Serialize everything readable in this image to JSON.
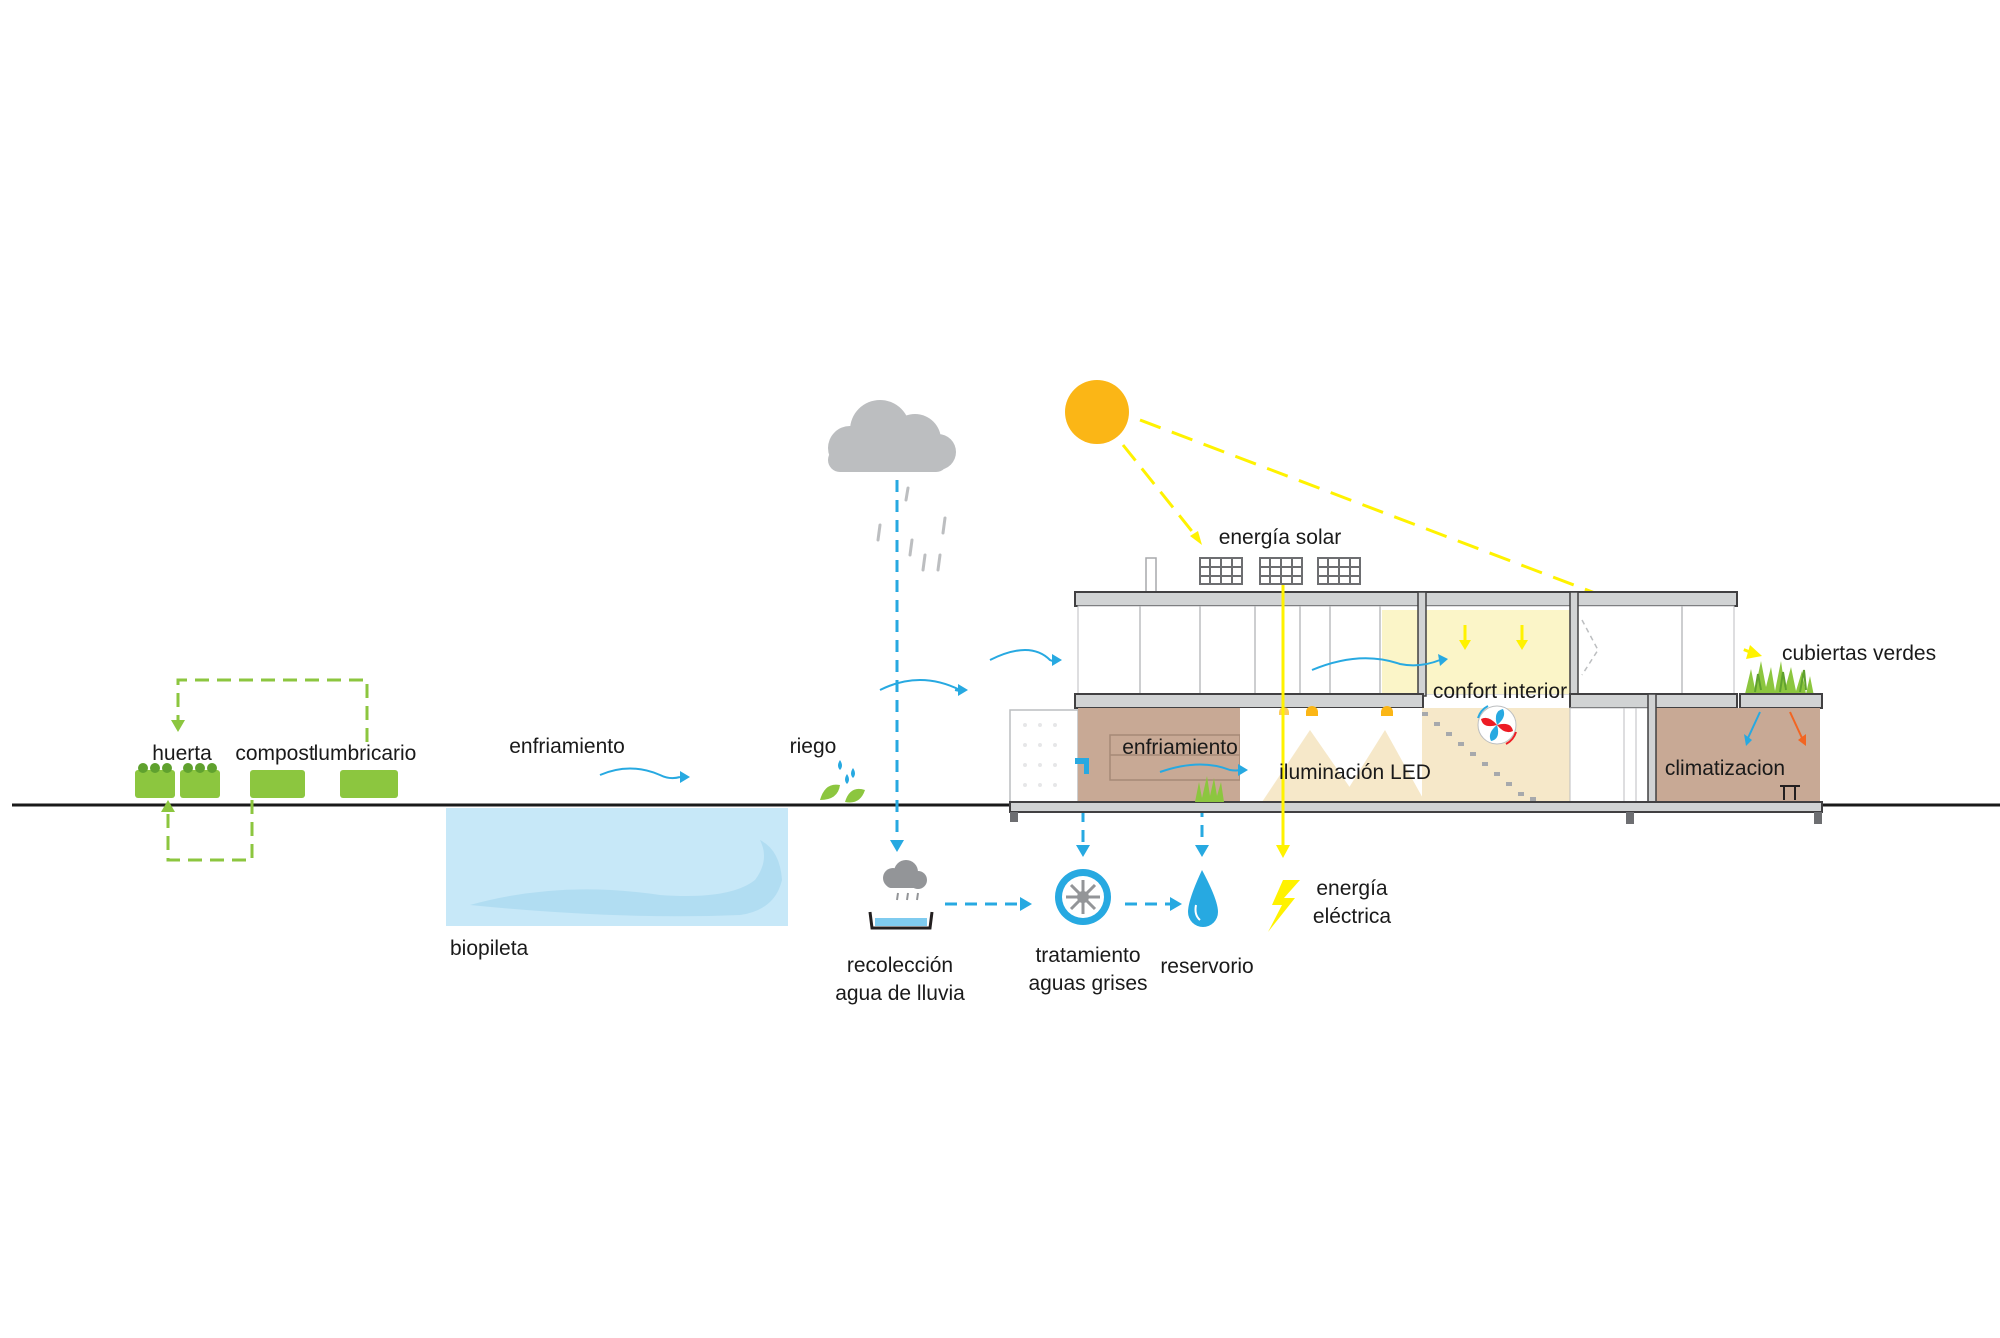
{
  "labels": {
    "huerta": "huerta",
    "compost": "compost",
    "lumbricario": "lumbricario",
    "enfriamiento_pool": "enfriamiento",
    "biopileta": "biopileta",
    "riego": "riego",
    "recoleccion_1": "recolección",
    "recoleccion_2": "agua de lluvia",
    "tratamiento_1": "tratamiento",
    "tratamiento_2": "aguas grises",
    "reservorio": "reservorio",
    "energia_electrica_1": "energía",
    "energia_electrica_2": "eléctrica",
    "energia_solar": "energía solar",
    "cubiertas_verdes": "cubiertas verdes",
    "confort_interior": "confort interior",
    "enfriamiento_house": "enfriamiento",
    "iluminacion_led": "iluminación LED",
    "climatizacion": "climatizacion"
  },
  "colors": {
    "green_flow": "#8cc63f",
    "water_flow": "#27a9e1",
    "solar_flow": "#fff200",
    "sun": "#fbb616",
    "ground": "#1a1a1a",
    "pool": "#c7e8f8",
    "wall_wood": "#c8a995",
    "led_light": "#f6e8c9",
    "comfort_light": "#fbf5c8",
    "heat_arrow": "#f26522"
  },
  "icons": [
    "cloud-icon",
    "rain-icon",
    "sun-icon",
    "solar-panel-icon",
    "plant-icon",
    "water-drop-icon",
    "lightning-icon",
    "fan-icon",
    "filter-wheel-icon",
    "rain-collector-icon",
    "faucet-icon",
    "led-lamp-icon"
  ]
}
